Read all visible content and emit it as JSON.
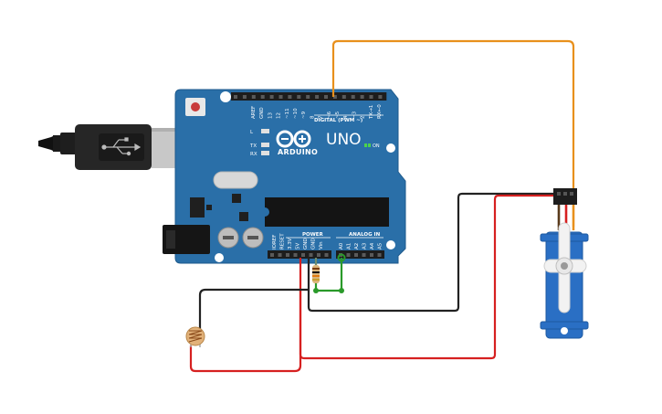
{
  "board": {
    "model": "UNO",
    "brand": "ARDUINO",
    "digital_label": "DIGITAL (PWM ~)",
    "power_label": "POWER",
    "analog_label": "ANALOG IN",
    "on_label": "ON",
    "tx_label": "TX",
    "rx_label": "RX",
    "l_label": "L",
    "digital_pins": [
      "AREF",
      "GND",
      "13",
      "12",
      "~11",
      "~10",
      "~9",
      "8",
      "7",
      "~6",
      "~5",
      "4",
      "~3",
      "2",
      "TX→1",
      "RX←0"
    ],
    "power_pins": [
      "IOREF",
      "RESET",
      "3.3V",
      "5V",
      "GND",
      "GND",
      "Vin"
    ],
    "analog_pins": [
      "A0",
      "A1",
      "A2",
      "A3",
      "A4",
      "A5"
    ]
  },
  "colors": {
    "board": "#2a6fa8",
    "board_edge": "#1e5a8c",
    "header": "#1d1d1d",
    "wire_orange": "#e8901c",
    "wire_black": "#222222",
    "wire_red": "#d62020",
    "wire_green": "#2a9a2a",
    "servo": "#2a6fc4",
    "photoresistor": "#e2b27a"
  }
}
